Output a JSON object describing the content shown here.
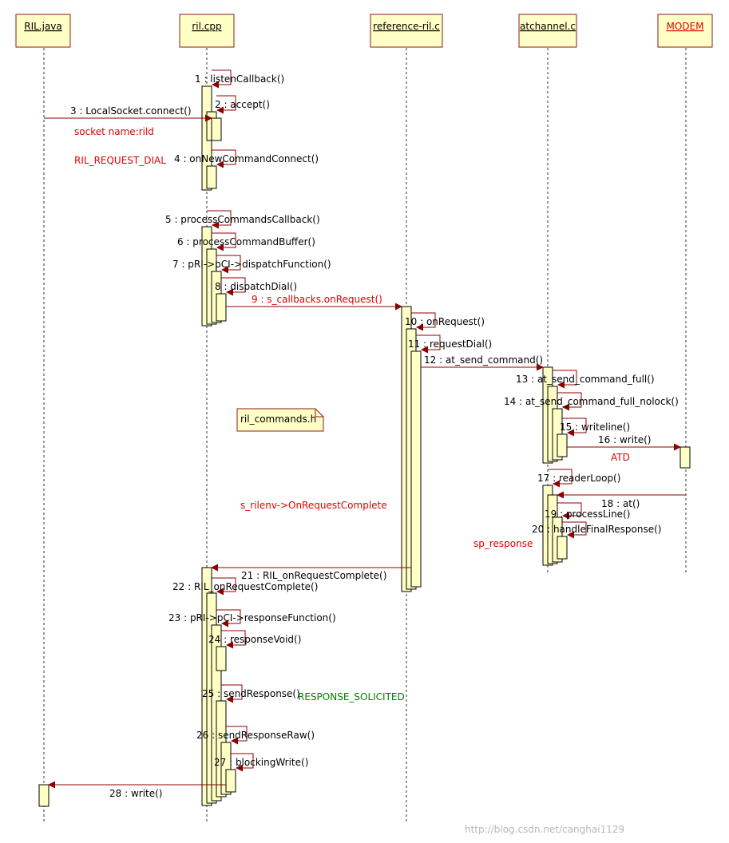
{
  "participants": [
    {
      "id": "rj",
      "label": "RIL.java"
    },
    {
      "id": "rc",
      "label": "ril.cpp"
    },
    {
      "id": "rr",
      "label": "reference-ril.c"
    },
    {
      "id": "ac",
      "label": "atchannel.c"
    },
    {
      "id": "md",
      "label": "MODEM",
      "color": "#e00000"
    }
  ],
  "messages": [
    {
      "label": "1 : listenCallback()"
    },
    {
      "label": "2 : accept()"
    },
    {
      "label": "3 : LocalSocket.connect()"
    },
    {
      "label": "4 : onNewCommandConnect()"
    },
    {
      "label": "5 : processCommandsCallback()"
    },
    {
      "label": "6 : processCommandBuffer()"
    },
    {
      "label": "7 : pRI->pCI->dispatchFunction()"
    },
    {
      "label": "8 : dispatchDial()"
    },
    {
      "label": "9 : s_callbacks.onRequest()"
    },
    {
      "label": "10 : onRequest()"
    },
    {
      "label": "11 : requestDial()"
    },
    {
      "label": "12 : at_send_command()"
    },
    {
      "label": "13 : at_send_command_full()"
    },
    {
      "label": "14 : at_send_command_full_nolock()"
    },
    {
      "label": "15 : writeline()"
    },
    {
      "label": "16 : write()"
    },
    {
      "label": "17 : readerLoop()"
    },
    {
      "label": "18 : at()"
    },
    {
      "label": "19 : processLine()"
    },
    {
      "label": "20 : handleFinalResponse()"
    },
    {
      "label": "21 : RIL_onRequestComplete()"
    },
    {
      "label": "22 : RIL_onRequestComplete()"
    },
    {
      "label": "23 : pRI->pCI->responseFunction()"
    },
    {
      "label": "24 : responseVoid()"
    },
    {
      "label": "25 : sendResponse()"
    },
    {
      "label": "26 : sendResponseRaw()"
    },
    {
      "label": "27 : blockingWrite()"
    },
    {
      "label": "28 : write()"
    }
  ],
  "annotations": [
    {
      "text": "socket name:rild",
      "color": "#e00000"
    },
    {
      "text": "RIL_REQUEST_DIAL",
      "color": "#e00000"
    },
    {
      "text": "ATD",
      "color": "#e00000"
    },
    {
      "text": "s_rilenv->OnRequestComplete",
      "color": "#e00000"
    },
    {
      "text": "sp_response",
      "color": "#e00000"
    },
    {
      "text": "RESPONSE_SOLICITED",
      "color": "#008000"
    }
  ],
  "note": {
    "text": "ril_commands.h"
  },
  "watermark": "http://blog.csdn.net/canghai1129",
  "colors": {
    "activation": "#ffffc6",
    "arrow": "#8b0000",
    "red_text": "#e00000",
    "green_text": "#008000"
  }
}
